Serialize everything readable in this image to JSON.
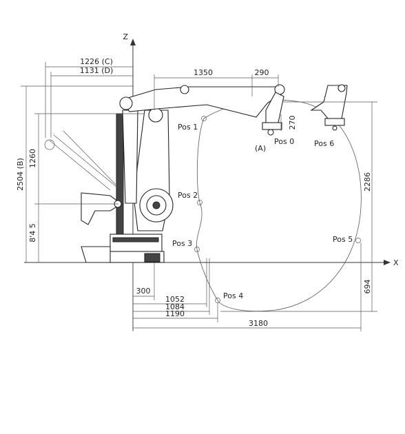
{
  "axes": {
    "z": "Z",
    "x": "X"
  },
  "dimensions": {
    "d1226": "1226 (C)",
    "d1131": "1131 (D)",
    "d1350": "1350",
    "d290": "290",
    "d270": "270",
    "d2504": "2504 (B)",
    "d1260": "1260",
    "d845": "8'4 5",
    "d2286": "2286",
    "d694": "694",
    "d300": "300",
    "d1052": "1052",
    "d1084": "1084",
    "d1190": "1190",
    "d3180": "3180"
  },
  "labels": {
    "a": "(A)",
    "pos0": "Pos 0",
    "pos1": "Pos 1",
    "pos2": "Pos 2",
    "pos3": "Pos 3",
    "pos4": "Pos 4",
    "pos5": "Pos 5",
    "pos6": "Pos 6"
  }
}
